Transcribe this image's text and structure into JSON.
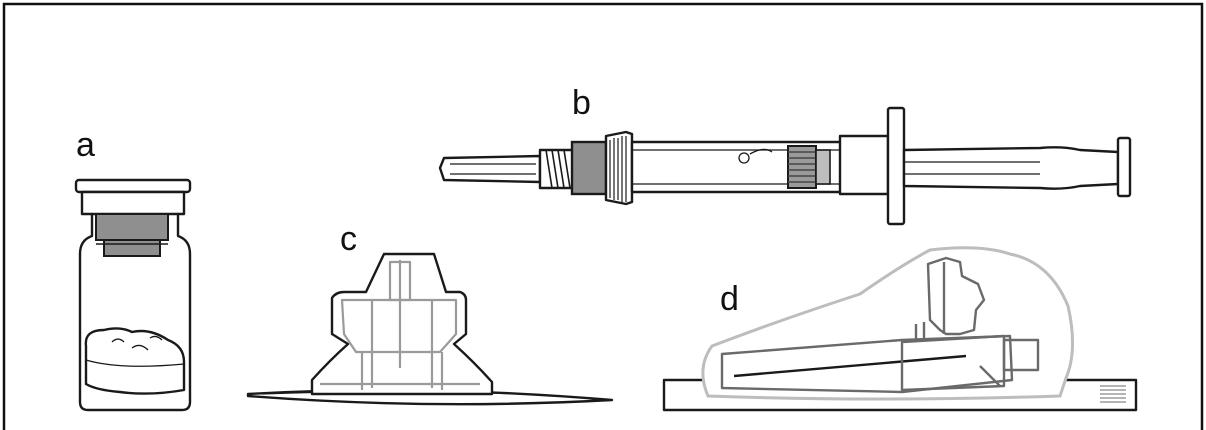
{
  "labels": {
    "a": "a",
    "b": "b",
    "c": "c",
    "d": "d"
  },
  "colors": {
    "line": "#1a1a1a",
    "stopper_gray": "#8a8a8a",
    "dark_gray": "#555555",
    "light_gray": "#bdbdbd",
    "background": "#ffffff"
  }
}
